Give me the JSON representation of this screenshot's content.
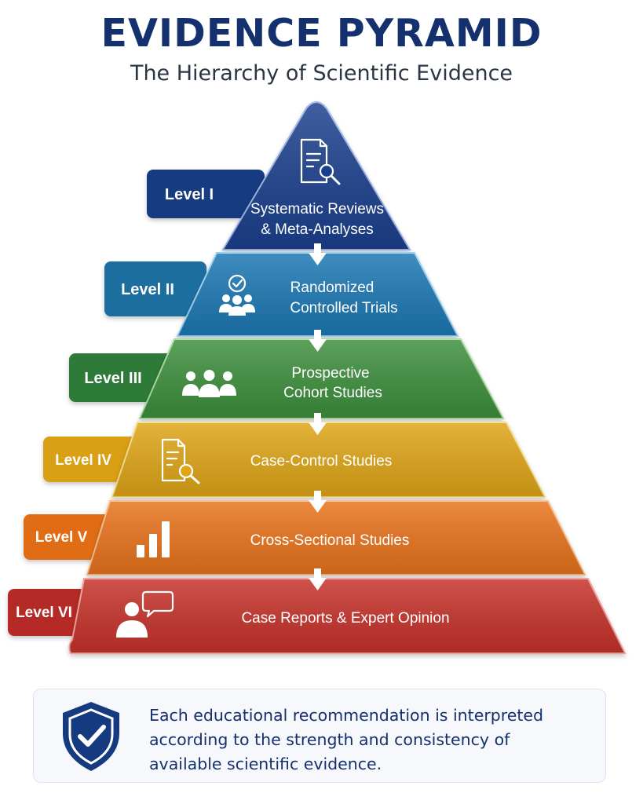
{
  "header": {
    "title": "EVIDENCE PYRAMID",
    "subtitle": "The Hierarchy of Scientific Evidence"
  },
  "tiers": [
    {
      "level": "Level I",
      "line1": "Systematic Reviews",
      "line2": "& Meta-Analyses",
      "icon": "document-search-icon",
      "color": "#1a3f8e"
    },
    {
      "level": "Level II",
      "line1": "Randomized",
      "line2": "Controlled Trials",
      "icon": "group-check-icon",
      "color": "#1f78b4"
    },
    {
      "level": "Level III",
      "line1": "Prospective",
      "line2": "Cohort Studies",
      "icon": "people-group-icon",
      "color": "#3c8f3e"
    },
    {
      "level": "Level IV",
      "line1": "Case-Control Studies",
      "line2": "",
      "icon": "document-search-icon",
      "color": "#dfa515"
    },
    {
      "level": "Level V",
      "line1": "Cross-Sectional Studies",
      "line2": "",
      "icon": "bar-chart-icon",
      "color": "#e8731b"
    },
    {
      "level": "Level VI",
      "line1": "Case Reports & Expert Opinion",
      "line2": "",
      "icon": "expert-speech-icon",
      "color": "#c6302b"
    }
  ],
  "note": {
    "line1": "Each educational recommendation is interpreted",
    "line2": "according to the strength and consistency of",
    "line3": "available scientific evidence.",
    "icon": "shield-check-icon"
  }
}
